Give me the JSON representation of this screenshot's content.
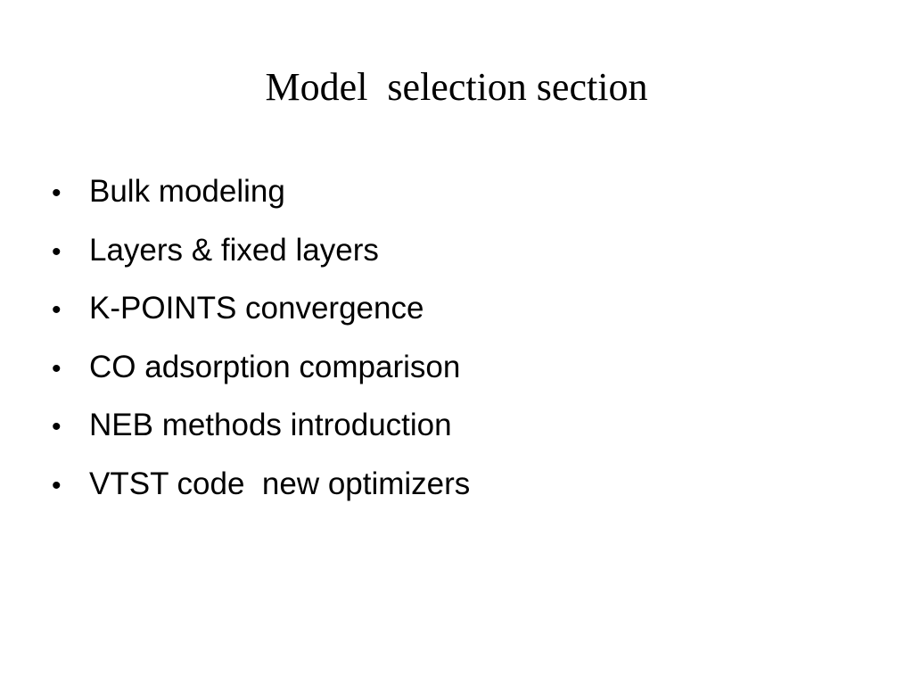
{
  "slide": {
    "title": "Model  selection section",
    "bullet_symbol": "•",
    "bullets": [
      "Bulk modeling",
      "Layers & fixed layers",
      "K-POINTS convergence",
      "CO adsorption comparison",
      "NEB methods introduction",
      "VTST code  new optimizers"
    ]
  }
}
